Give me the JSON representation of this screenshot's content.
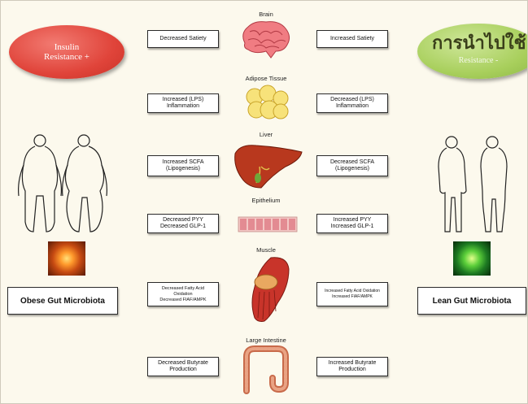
{
  "left": {
    "ellipse_line1": "Insulin",
    "ellipse_line2": "Resistance +",
    "caption": "Obese Gut Microbiota"
  },
  "right": {
    "ellipse_overlay": "การนำไปใช้",
    "ellipse_subtext": "Resistance -",
    "caption": "Lean Gut Microbiota"
  },
  "organs": [
    {
      "label": "Brain",
      "left": [
        "Decreased Satiety"
      ],
      "right": [
        "Increased Satiety"
      ]
    },
    {
      "label": "Adipose Tissue",
      "left": [
        "Increased (LPS)",
        "Inflammation"
      ],
      "right": [
        "Decreased (LPS)",
        "Inflammation"
      ]
    },
    {
      "label": "Liver",
      "left": [
        "Increased SCFA",
        "(Lipogenesis)"
      ],
      "right": [
        "Decreased SCFA",
        "(Lipogenesis)"
      ]
    },
    {
      "label": "Epithelium",
      "left": [
        "Decreased PYY",
        "Decreased GLP-1"
      ],
      "right": [
        "Increased PYY",
        "Increased GLP-1"
      ]
    },
    {
      "label": "Muscle",
      "left": [
        "Decreased Fatty Acid",
        "Oxidation",
        "Decreased FIAF/AMPK"
      ],
      "right": [
        "Increased Fatty Acid Oxidation",
        "Increased FIAF/AMPK"
      ]
    },
    {
      "label": "Large Intestine",
      "left": [
        "Decreased Butyrate",
        "Production"
      ],
      "right": [
        "Increased Butyrate",
        "Production"
      ]
    }
  ]
}
